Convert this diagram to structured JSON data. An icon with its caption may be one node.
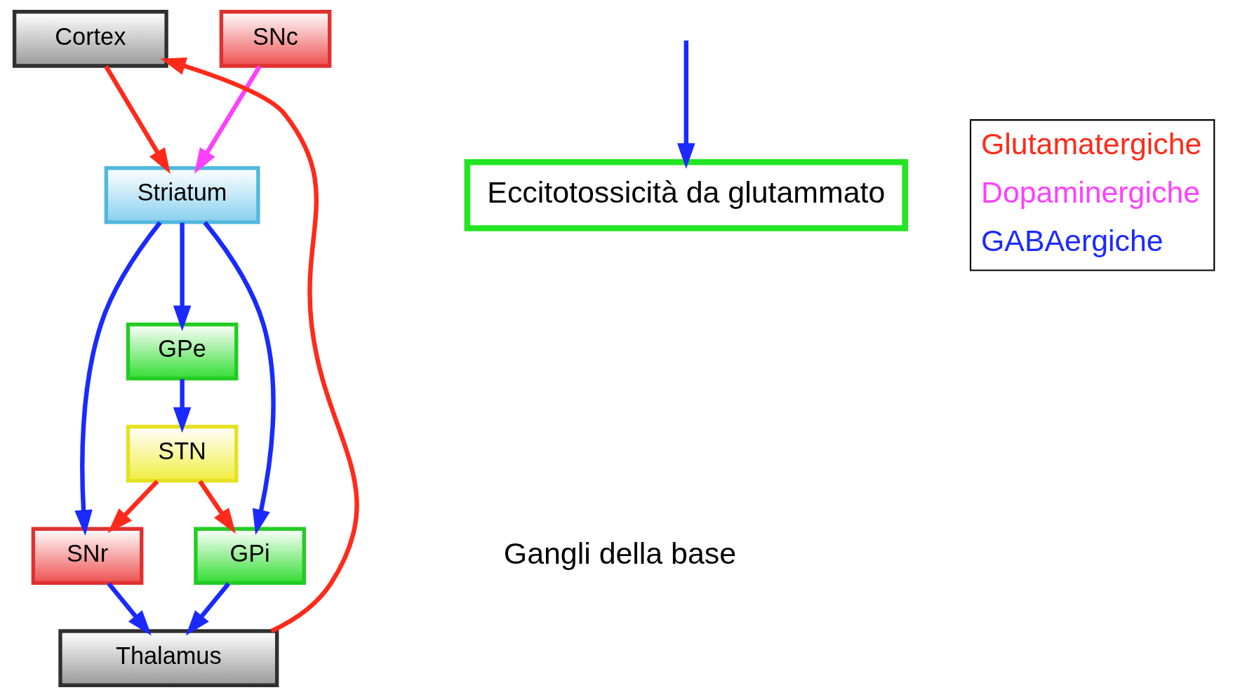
{
  "diagram": {
    "nodes": [
      {
        "text": [
          "Cortex"
        ]
      },
      {
        "text": [
          "Striatum"
        ]
      },
      {
        "text": [
          "GPe"
        ]
      },
      {
        "text": [
          "STN"
        ]
      },
      {
        "text": [
          "GPi"
        ]
      },
      {
        "text": [
          "SNc"
        ]
      },
      {
        "text": [
          "SNr"
        ]
      },
      {
        "text": [
          "Thalamus"
        ]
      },
      {
        "text": [
          "Eccitotossicità da glutammato"
        ]
      }
    ],
    "edges": [
      {
        "from": 0,
        "to": 1,
        "arrow": "to",
        "color": "#ff2a1a"
      },
      {
        "from": 1,
        "to": 2,
        "arrow": "to"
      },
      {
        "from": 1,
        "to": 4,
        "arrow": "to"
      },
      {
        "from": 1,
        "to": 6,
        "arrow": "to"
      },
      {
        "from": 5,
        "to": 1,
        "arrow": "to",
        "color": "#ff40ff"
      },
      {
        "from": 2,
        "to": 3,
        "arrow": "to"
      },
      {
        "from": 3,
        "to": 4,
        "arrow": "to",
        "color": "#ff2a1a"
      },
      {
        "from": 3,
        "to": 6,
        "arrow": "to",
        "color": "#ff2a1a"
      },
      {
        "from": 4,
        "to": 7,
        "arrow": "to"
      },
      {
        "from": 6,
        "to": 7,
        "arrow": "to"
      },
      {
        "from": 7,
        "to": 0,
        "arrow": "to",
        "color": "#ff2a1a"
      },
      {
        "from": null,
        "to": 8,
        "arrow": "to"
      }
    ],
    "labels": [
      "Gangli della base"
    ],
    "legend": [
      {
        "text": "Glutamatergiche",
        "color": "#ff2a1a"
      },
      {
        "text": "Dopaminergiche",
        "color": "#ff40ff"
      },
      {
        "text": "GABAergiche",
        "color": "#1a2aff"
      }
    ]
  }
}
